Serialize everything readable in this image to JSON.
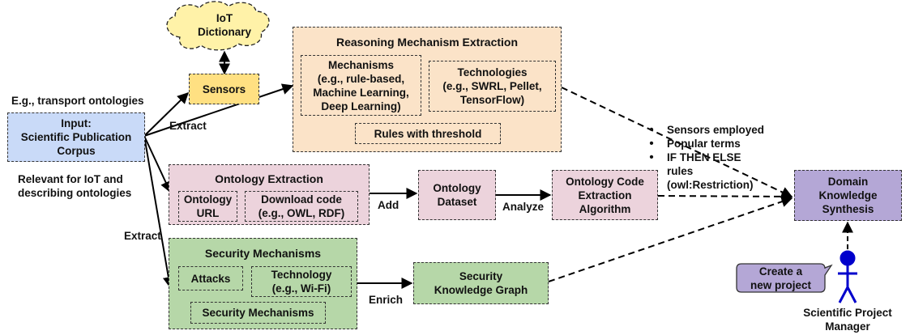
{
  "cloud": {
    "line1": "IoT",
    "line2": "Dictionary"
  },
  "sensors": "Sensors",
  "input": {
    "line1": "Input:",
    "line2": "Scientific Publication",
    "line3": "Corpus"
  },
  "labels": {
    "transport": "E.g., transport ontologies",
    "relevant1": "Relevant for IoT and",
    "relevant2": "describing ontologies",
    "extract_top": "Extract",
    "extract_bottom": "Extract",
    "add": "Add",
    "analyze": "Analyze",
    "enrich": "Enrich"
  },
  "reasoning": {
    "title": "Reasoning Mechanism Extraction",
    "mechanisms": [
      "Mechanisms",
      "(e.g., rule-based,",
      "Machine Learning,",
      "Deep Learning)"
    ],
    "technologies": [
      "Technologies",
      "(e.g., SWRL, Pellet,",
      "TensorFlow)"
    ],
    "rules": "Rules with threshold"
  },
  "ontology": {
    "title": "Ontology Extraction",
    "url": [
      "Ontology",
      "URL"
    ],
    "download": [
      "Download code",
      "(e.g., OWL, RDF)"
    ]
  },
  "dataset": [
    "Ontology",
    "Dataset"
  ],
  "algorithm": [
    "Ontology Code",
    "Extraction",
    "Algorithm"
  ],
  "security": {
    "title": "Security Mechanisms",
    "attacks": "Attacks",
    "technology": [
      "Technology",
      "(e.g., Wi-Fi)"
    ],
    "mechanisms": "Security Mechanisms"
  },
  "graph": [
    "Security",
    "Knowledge Graph"
  ],
  "synthesis": [
    "Domain",
    "Knowledge",
    "Synthesis"
  ],
  "bullets": [
    "Sensors employed",
    "Popular terms",
    "IF THEN ELSE",
    "rules",
    "(owl:Restriction)"
  ],
  "callout": [
    "Create a",
    "new project"
  ],
  "actor": [
    "Scientific Project",
    "Manager"
  ],
  "colors": {
    "cloud": "#fff2a8",
    "sensors": "#ffe082",
    "input": "#c9daf8",
    "reasoning": "#fbe3c8",
    "ontology": "#ecd3dc",
    "security": "#b6d7a8",
    "synthesis": "#b4a7d6",
    "actor": "#0000cc"
  }
}
